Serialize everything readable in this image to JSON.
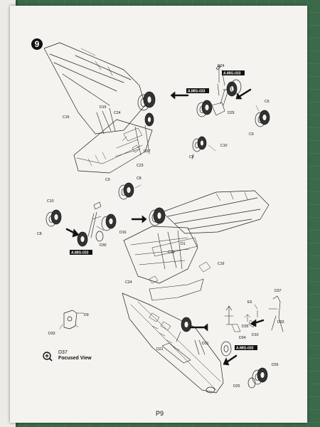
{
  "step": {
    "number": "9"
  },
  "focus": {
    "part": "D37",
    "label": "Focused View"
  },
  "page_number": "P9",
  "badges": {
    "a": "A.MIG-033",
    "b": "A.MIG-033",
    "c": "A.MIG-033",
    "d": "A.MIG-033"
  },
  "labels": {
    "d24": "D24",
    "c16a": "C16",
    "d15": "D15",
    "c24a": "C24",
    "d37a": "D37",
    "c23": "C23",
    "c6a": "C6",
    "c9a": "C9",
    "d29": "D29",
    "c10a": "C10",
    "c8a": "C8",
    "c9b": "C9",
    "c8b": "C8",
    "c10b": "C10",
    "c8c": "C8",
    "d30": "D30",
    "d16": "D16",
    "d1": "D1",
    "c23b": "C23",
    "c16b": "C16",
    "c24b": "C24",
    "d9": "D9",
    "d33a": "D33",
    "d37b": "D37",
    "e5": "E5",
    "d10": "D10",
    "d35": "D35",
    "d34": "D34",
    "d33b": "D33",
    "d31": "D31",
    "d21": "D21",
    "d26": "D26",
    "d25": "D25"
  },
  "colors": {
    "ink": "#111111",
    "paper": "#f4f3ef",
    "mat": "#3b6a4a"
  }
}
